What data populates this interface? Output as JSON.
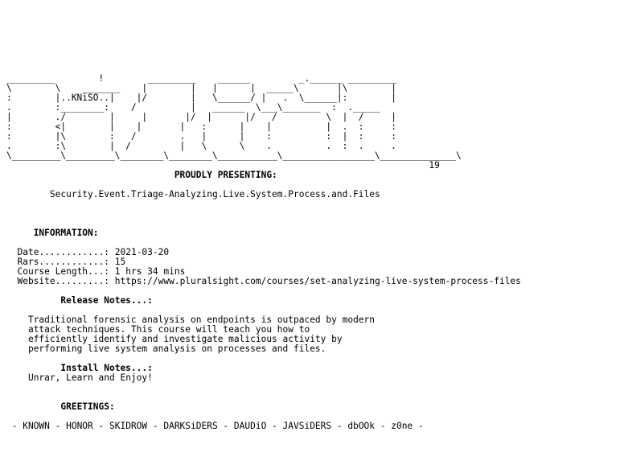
{
  "logo_ascii": "_________        !        _________    ______         _.______ _________\n\\        \\    _______    |        |   |      |  _____\\       |\\        |\n:        |..KNiSO..|    |/        |   \\______/ |   .  \\______|:        |\n.        :________:    /          |   ______  \\___\\_______  :  ._____\n|        ./        |     |       |/  |      |/   /         \\  |  /     |\n:        <|        |    |       |   :      |    |          |  .  :     :\n:        |\\        :   /        .   |      |    :          :  |  :     :\n.        :\\        |  /         |   \\      \\    .          .  :  .     .\n\\_________\\_________\\________\\________\\___________\\_________________\\______________\\\n                                                                              19",
  "presenting": "PROUDLY PRESENTING:",
  "release_title": "Security.Event.Triage-Analyzing.Live.System.Process.and.Files",
  "information": {
    "heading": "INFORMATION:",
    "date_label": "Date............:",
    "date_value": "2021-03-20",
    "rars_label": "Rars............:",
    "rars_value": "15",
    "course_length_label": "Course Length...:",
    "course_length_value": "1 hrs 34 mins",
    "website_label": "Website.........:",
    "website_value": "https://www.pluralsight.com/courses/set-analyzing-live-system-process-files"
  },
  "release_notes": {
    "heading": "Release Notes...:",
    "lines": [
      "Traditional forensic analysis on endpoints is outpaced by modern",
      "attack techniques. This course will teach you how to",
      "efficiently identify and investigate malicious activity by",
      "performing live system analysis on processes and files."
    ]
  },
  "install_notes": {
    "heading": "Install Notes...:",
    "text": "Unrar, Learn and Enjoy!"
  },
  "greetings": {
    "heading": "GREETINGS:",
    "text": "- KNOWN - HONOR - SKIDROW - DARKSiDERS - DAUDiO - JAVSiDERS - dbOOk - z0ne -"
  }
}
